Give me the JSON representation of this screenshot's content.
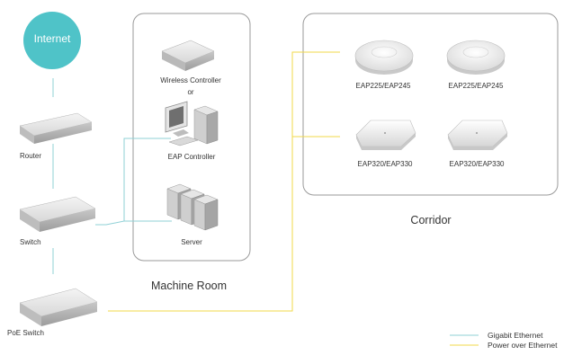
{
  "nodes": {
    "internet": "Internet",
    "router": "Router",
    "switch": "Switch",
    "poe_switch": "PoE Switch",
    "wireless_controller": "Wireless Controller",
    "or_text": "or",
    "eap_controller": "EAP Controller",
    "server": "Server",
    "ap_top_left": "EAP225/EAP245",
    "ap_top_right": "EAP225/EAP245",
    "ap_bottom_left": "EAP320/EAP330",
    "ap_bottom_right": "EAP320/EAP330"
  },
  "rooms": {
    "machine_room": "Machine Room",
    "corridor": "Corridor"
  },
  "legend": {
    "gigabit": "Gigabit Ethernet",
    "poe": "Power over Ethernet"
  },
  "colors": {
    "gigabit": "#8fd0d6",
    "poe": "#f2d84a",
    "internet": "#4fc3c8",
    "room_border": "#9a9a9a"
  },
  "icons": [
    "globe-cloud-icon",
    "router-icon",
    "switch-icon",
    "poe-switch-icon",
    "wireless-controller-icon",
    "computer-icon",
    "server-icon",
    "ceiling-ap-round-icon",
    "ceiling-ap-square-icon"
  ]
}
